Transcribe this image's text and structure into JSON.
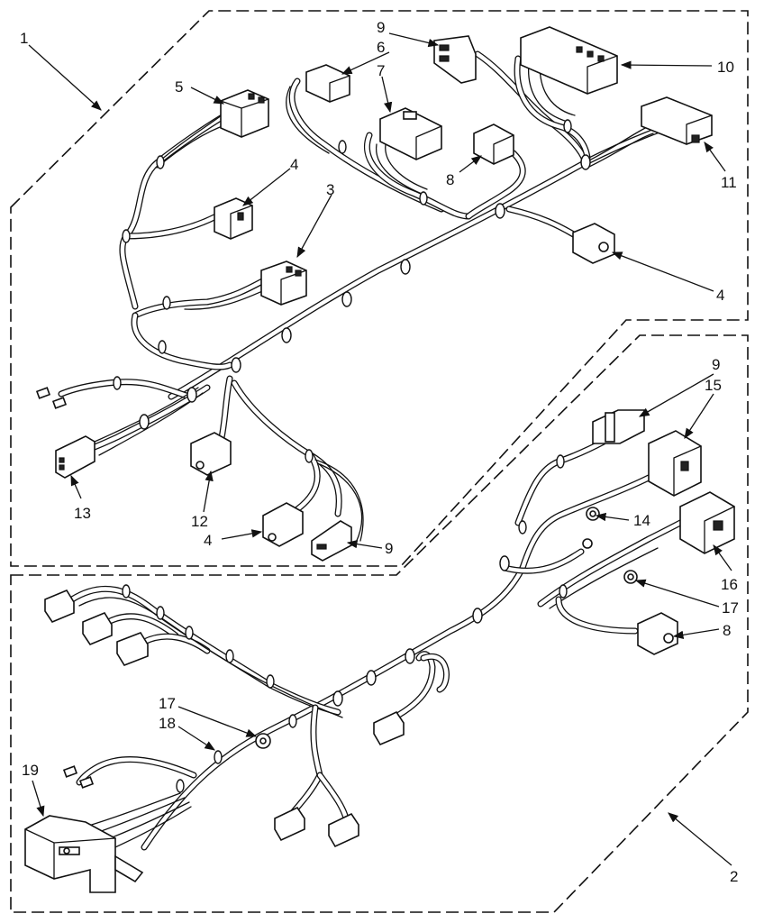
{
  "assemblies": [
    {
      "id": "upper-harness",
      "callout": "1"
    },
    {
      "id": "lower-harness",
      "callout": "2"
    }
  ],
  "callouts": {
    "upper": [
      {
        "key": "c3",
        "label": "3"
      },
      {
        "key": "c4a",
        "label": "4"
      },
      {
        "key": "c4b",
        "label": "4"
      },
      {
        "key": "c4c",
        "label": "4"
      },
      {
        "key": "c5",
        "label": "5"
      },
      {
        "key": "c6",
        "label": "6"
      },
      {
        "key": "c7",
        "label": "7"
      },
      {
        "key": "c8",
        "label": "8"
      },
      {
        "key": "c9",
        "label": "9"
      },
      {
        "key": "c9b",
        "label": "9"
      },
      {
        "key": "c10",
        "label": "10"
      },
      {
        "key": "c11",
        "label": "11"
      },
      {
        "key": "c12",
        "label": "12"
      },
      {
        "key": "c13",
        "label": "13"
      }
    ],
    "lower": [
      {
        "key": "c9c",
        "label": "9"
      },
      {
        "key": "c15",
        "label": "15"
      },
      {
        "key": "c14",
        "label": "14"
      },
      {
        "key": "c16",
        "label": "16"
      },
      {
        "key": "c17a",
        "label": "17"
      },
      {
        "key": "c8b",
        "label": "8"
      },
      {
        "key": "c17b",
        "label": "17"
      },
      {
        "key": "c18",
        "label": "18"
      },
      {
        "key": "c19",
        "label": "19"
      }
    ]
  }
}
